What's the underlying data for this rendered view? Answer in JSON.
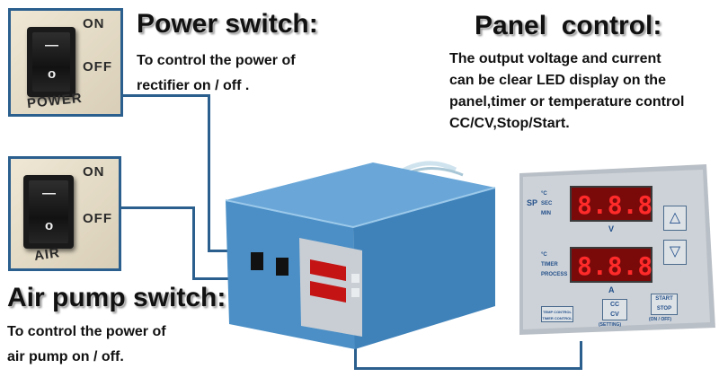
{
  "power": {
    "heading": "Power switch:",
    "desc_lines": [
      "To control the power of",
      "rectifier on / off ."
    ],
    "switch_on": "ON",
    "switch_off": "OFF",
    "switch_name": "POWER",
    "rocker_on_mark": "—",
    "rocker_off_mark": "o"
  },
  "air": {
    "heading": "Air pump switch:",
    "desc_lines": [
      "To control the power of",
      "air pump on / off."
    ],
    "switch_on": "ON",
    "switch_off": "OFF",
    "switch_name": "AIR",
    "rocker_on_mark": "—",
    "rocker_off_mark": "o"
  },
  "panel": {
    "heading": "Panel  control:",
    "desc_lines": [
      "The output voltage and current",
      "can be clear LED display on the",
      "panel,timer or temperature control",
      "CC/CV,Stop/Start."
    ],
    "sp_label": "SP",
    "top_indicators": [
      "°C",
      "SEC",
      "MIN"
    ],
    "top_unit": "V",
    "bottom_indicators": [
      "°C",
      "TIMER",
      "PROCESS"
    ],
    "bottom_unit": "A",
    "display_top": "8.8.8",
    "display_bottom": "8.8.8",
    "btn_up": "△",
    "btn_down": "▽",
    "btn_temp": "TEMP CONTROL",
    "btn_timer": "TIMER CONTROL",
    "btn_cc": "CC",
    "btn_cv": "CV",
    "btn_setting": "(SETTING)",
    "btn_start": "START",
    "btn_stop": "STOP",
    "btn_onoff": "(ON / OFF)"
  },
  "colors": {
    "accent_blue": "#2b5f8e",
    "device_blue": "#4f94c9",
    "led_red": "#ff2a2a",
    "panel_face": "#c8cdd3"
  }
}
